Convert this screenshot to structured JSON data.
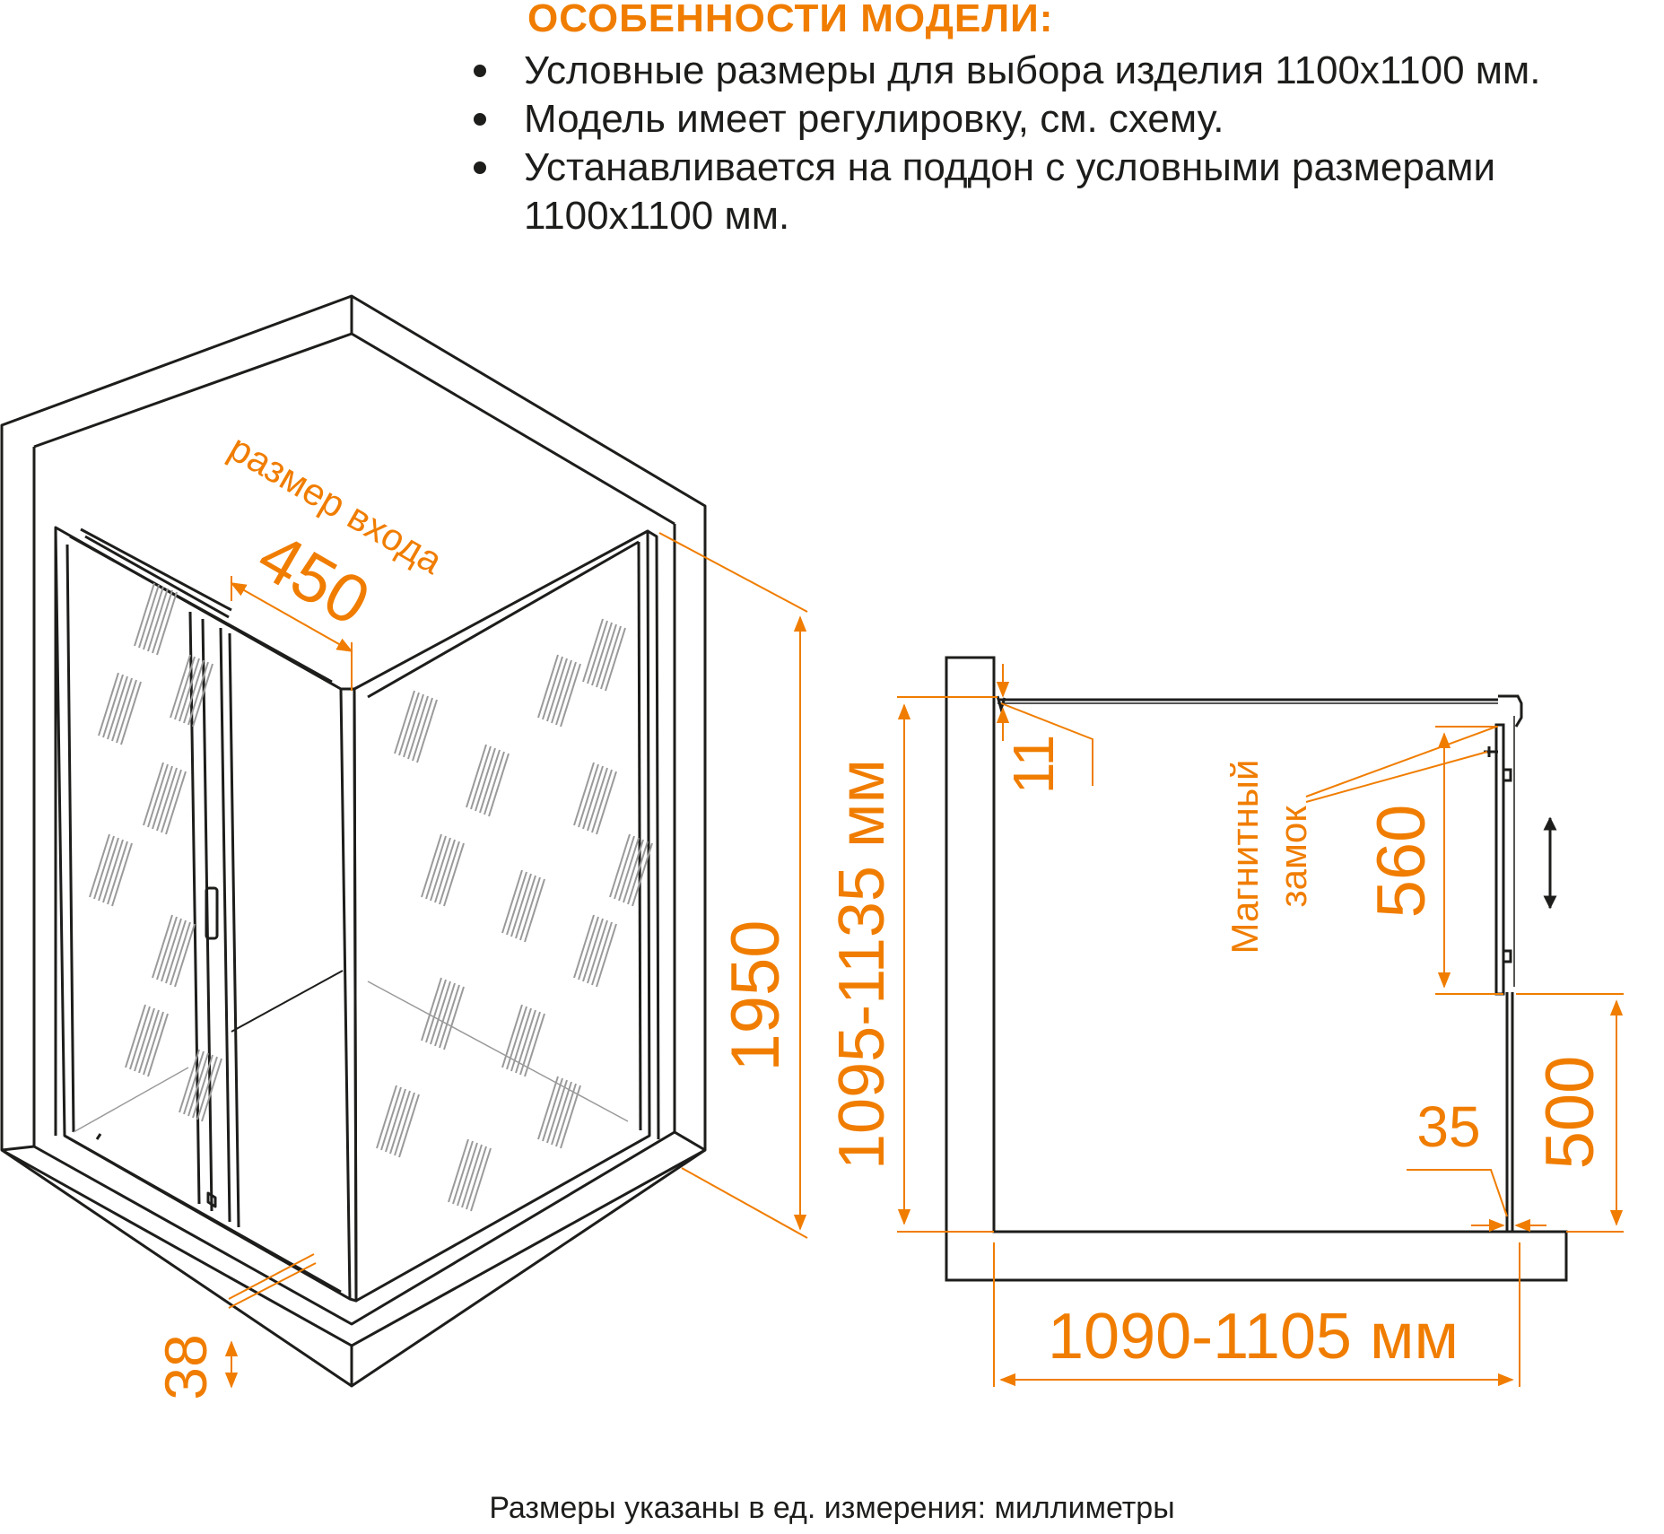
{
  "header": {
    "title": "ОСОБЕННОСТИ МОДЕЛИ:",
    "items": [
      "Условные размеры для выбора изделия 1100х1100 мм.",
      "Модель имеет регулировку, см. схему.",
      "Устанавливается на поддон с условными размерами 1100х1100 мм."
    ]
  },
  "colors": {
    "accent": "#F07D00",
    "line": "#1d1d1b",
    "glass_hatch": "#9a9a9a"
  },
  "isometric": {
    "entry_label": "размер входа",
    "entry_width": "450",
    "height": "1950",
    "frame_depth": "38"
  },
  "plan": {
    "adjust_range": "1095-1135 мм",
    "wall_gap": "11",
    "lock_label_line1": "Магнитный",
    "lock_label_line2": "замок",
    "upper_segment": "560",
    "lower_segment": "500",
    "profile_width": "35",
    "width_range": "1090-1105 мм",
    "adjust_arrow_icon": "double-arrow-vertical-icon"
  },
  "footer": {
    "note": "Размеры указаны в ед. измерения: миллиметры"
  }
}
